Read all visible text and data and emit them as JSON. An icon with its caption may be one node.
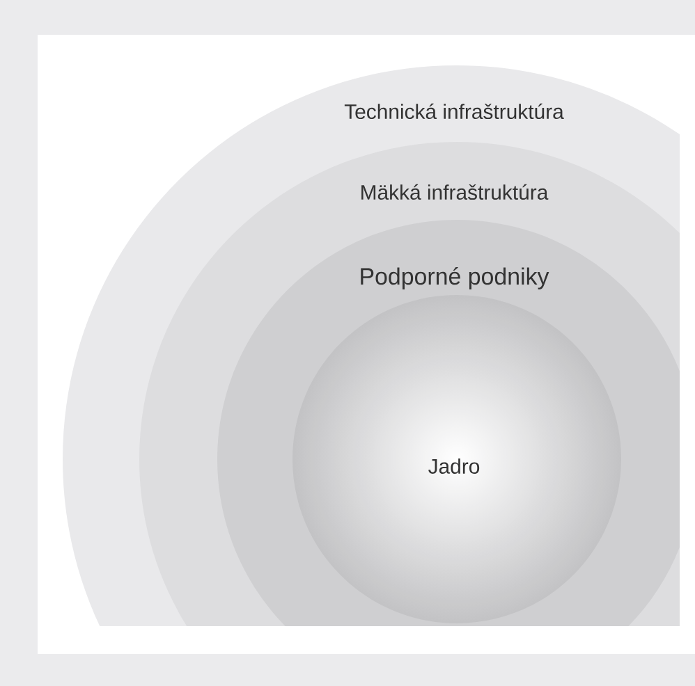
{
  "diagram": {
    "nodes": [
      {
        "text": [
          "Technická infraštruktúra"
        ]
      },
      {
        "text": [
          "Mäkká infraštruktúra"
        ],
        "in": 0
      },
      {
        "text": [
          "Podporné podniky"
        ],
        "in": 1
      },
      {
        "text": [
          "Jadro"
        ],
        "in": 2
      }
    ]
  }
}
